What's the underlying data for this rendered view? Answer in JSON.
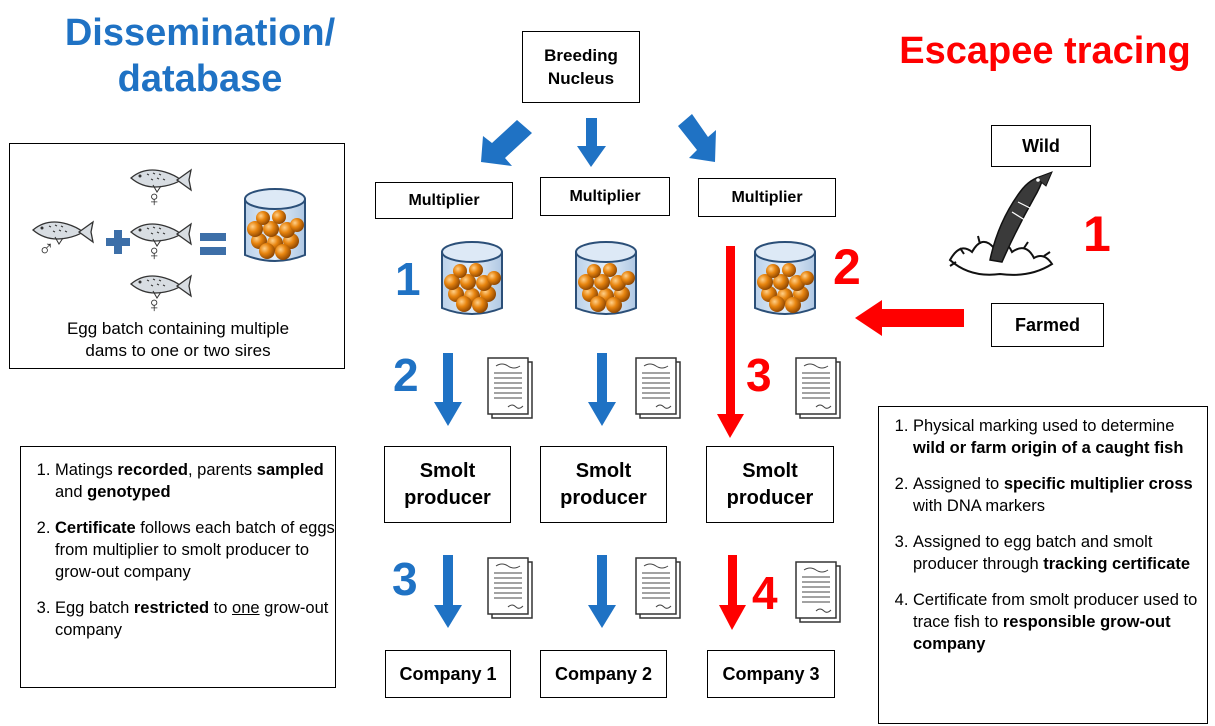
{
  "headings": {
    "left": "Dissemination/\ndatabase",
    "right": "Escapee tracing"
  },
  "boxes": {
    "breeding": "Breeding\nNucleus",
    "multiplier": "Multiplier",
    "smolt": "Smolt\nproducer",
    "companies": [
      "Company 1",
      "Company 2",
      "Company 3"
    ],
    "wild": "Wild",
    "farmed": "Farmed"
  },
  "egg_panel": {
    "caption": "Egg batch containing multiple\ndams to one or two sires",
    "male_symbol": "♂",
    "female_symbol": "♀"
  },
  "left_list": [
    [
      {
        "t": "Matings "
      },
      {
        "t": "recorded",
        "b": true
      },
      {
        "t": ", parents "
      },
      {
        "t": "sampled",
        "b": true
      },
      {
        "t": " and "
      },
      {
        "t": "genotyped",
        "b": true
      }
    ],
    [
      {
        "t": "Certificate",
        "b": true
      },
      {
        "t": " follows each batch of eggs from multiplier to smolt producer to grow-out company"
      }
    ],
    [
      {
        "t": "Egg batch "
      },
      {
        "t": "restricted",
        "b": true
      },
      {
        "t": " to "
      },
      {
        "t": "one",
        "u": true
      },
      {
        "t": " grow-out company"
      }
    ]
  ],
  "right_list": [
    [
      {
        "t": "Physical marking used to determine "
      },
      {
        "t": "wild or farm origin of a caught fish",
        "b": true
      }
    ],
    [
      {
        "t": "Assigned to "
      },
      {
        "t": "specific multiplier cross",
        "b": true
      },
      {
        "t": " with DNA markers"
      }
    ],
    [
      {
        "t": "Assigned to egg batch and smolt producer through "
      },
      {
        "t": "tracking certificate",
        "b": true
      }
    ],
    [
      {
        "t": "Certificate from smolt producer used to trace fish to "
      },
      {
        "t": "responsible grow-out company",
        "b": true
      }
    ]
  ],
  "step_numbers": {
    "blue": [
      "1",
      "2",
      "3"
    ],
    "red": [
      "1",
      "2",
      "3",
      "4"
    ]
  },
  "colors": {
    "blue": "#1f72c4",
    "red": "#ff0000",
    "egg": "#e8850f"
  }
}
